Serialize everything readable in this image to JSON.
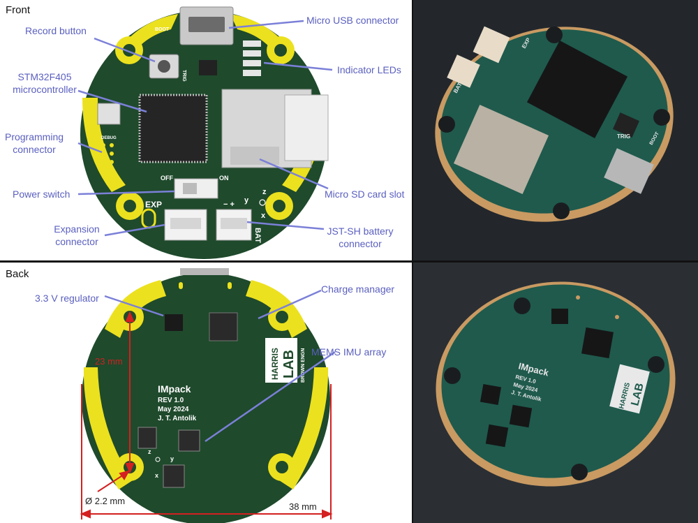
{
  "front": {
    "title": "Front",
    "labels": {
      "record_button": "Record button",
      "micro_usb": "Micro USB connector",
      "mcu_line1": "STM32F405",
      "mcu_line2": "microcontroller",
      "indicator_leds": "Indicator LEDs",
      "programming_line1": "Programming",
      "programming_line2": "connector",
      "power_switch": "Power switch",
      "sd_slot": "Micro SD card slot",
      "expansion_line1": "Expansion",
      "expansion_line2": "connector",
      "battery_line1": "JST-SH battery",
      "battery_line2": "connector"
    },
    "silkscreen": {
      "boot": "BOOT",
      "trig": "TRIG",
      "debug": "DEBUG",
      "off": "OFF",
      "on": "ON",
      "exp": "EXP",
      "bat": "BAT",
      "minus_plus": "− +",
      "axis_y": "y",
      "axis_z": "z",
      "axis_x": "x"
    }
  },
  "back": {
    "title": "Back",
    "labels": {
      "regulator": "3.3 V regulator",
      "charge_manager": "Charge manager",
      "imu_array": "MEMS IMU array"
    },
    "dimensions": {
      "hole_spacing": "23 mm",
      "hole_diameter": "Ø 2.2 mm",
      "board_width": "38 mm"
    },
    "silkscreen": {
      "product": "IMpack",
      "rev": "REV 1.0",
      "date": "May 2024",
      "author": "J. T. Antolik",
      "logo_harris": "HARRIS",
      "logo_lab": "LAB",
      "logo_sub": "BROWN ENGN",
      "axis_z": "z",
      "axis_y": "y",
      "axis_x": "x"
    }
  },
  "photos": {
    "top_silk": {
      "bat": "BAT",
      "trig": "TRIG",
      "exp": "EXP",
      "boot": "BOOT"
    },
    "bottom_silk": {
      "product": "IMpack",
      "rev": "REV 1.0",
      "date": "May 2024",
      "author": "J. T. Antolik",
      "logo_harris": "HARRIS",
      "logo_lab": "LAB"
    }
  },
  "colors": {
    "pcb_green": "#1f4a2c",
    "pad_yellow": "#ece11e",
    "callout_blue": "#5a5fbf",
    "arrow_blue": "#7b80d8",
    "dimension_red": "#d42020",
    "photo_background": "#24282d"
  }
}
